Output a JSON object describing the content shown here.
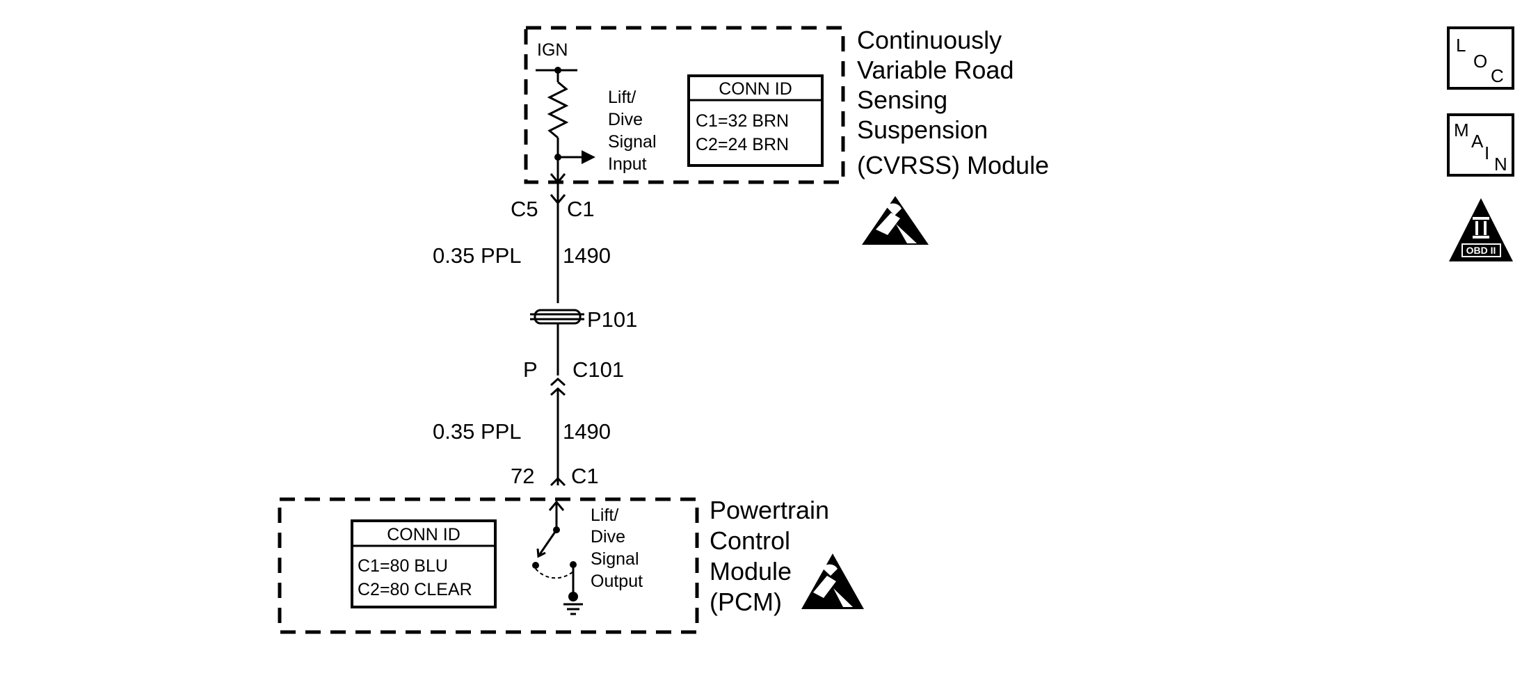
{
  "cvrss_module": {
    "name_lines": [
      "Continuously",
      "Variable Road",
      "Sensing",
      "Suspension",
      "(CVRSS) Module"
    ],
    "ign_label": "IGN",
    "signal_lines": [
      "Lift/",
      "Dive",
      "Signal",
      "Input"
    ],
    "conn_id": {
      "title": "CONN ID",
      "rows": [
        "C1=32 BRN",
        "C2=24 BRN"
      ]
    }
  },
  "connector_upper": {
    "left": "C5",
    "right": "C1"
  },
  "wire_upper": {
    "size_color": "0.35 PPL",
    "circuit": "1490"
  },
  "splice": {
    "label": "P101"
  },
  "connector_middle": {
    "left": "P",
    "right": "C101"
  },
  "wire_lower": {
    "size_color": "0.35 PPL",
    "circuit": "1490"
  },
  "connector_lower": {
    "left": "72",
    "right": "C1"
  },
  "pcm_module": {
    "name_lines": [
      "Powertrain",
      "Control",
      "Module",
      "(PCM)"
    ],
    "signal_lines": [
      "Lift/",
      "Dive",
      "Signal",
      "Output"
    ],
    "conn_id": {
      "title": "CONN ID",
      "rows": [
        "C1=80 BLU",
        "C2=80 CLEAR"
      ]
    }
  },
  "side_icons": {
    "loc": [
      "L",
      "O",
      "C"
    ],
    "main": [
      "M",
      "A",
      "I",
      "N"
    ],
    "obd": {
      "numeral": "II",
      "label": "OBD II"
    }
  },
  "colors": {
    "ink": "#000000",
    "paper": "#ffffff"
  }
}
